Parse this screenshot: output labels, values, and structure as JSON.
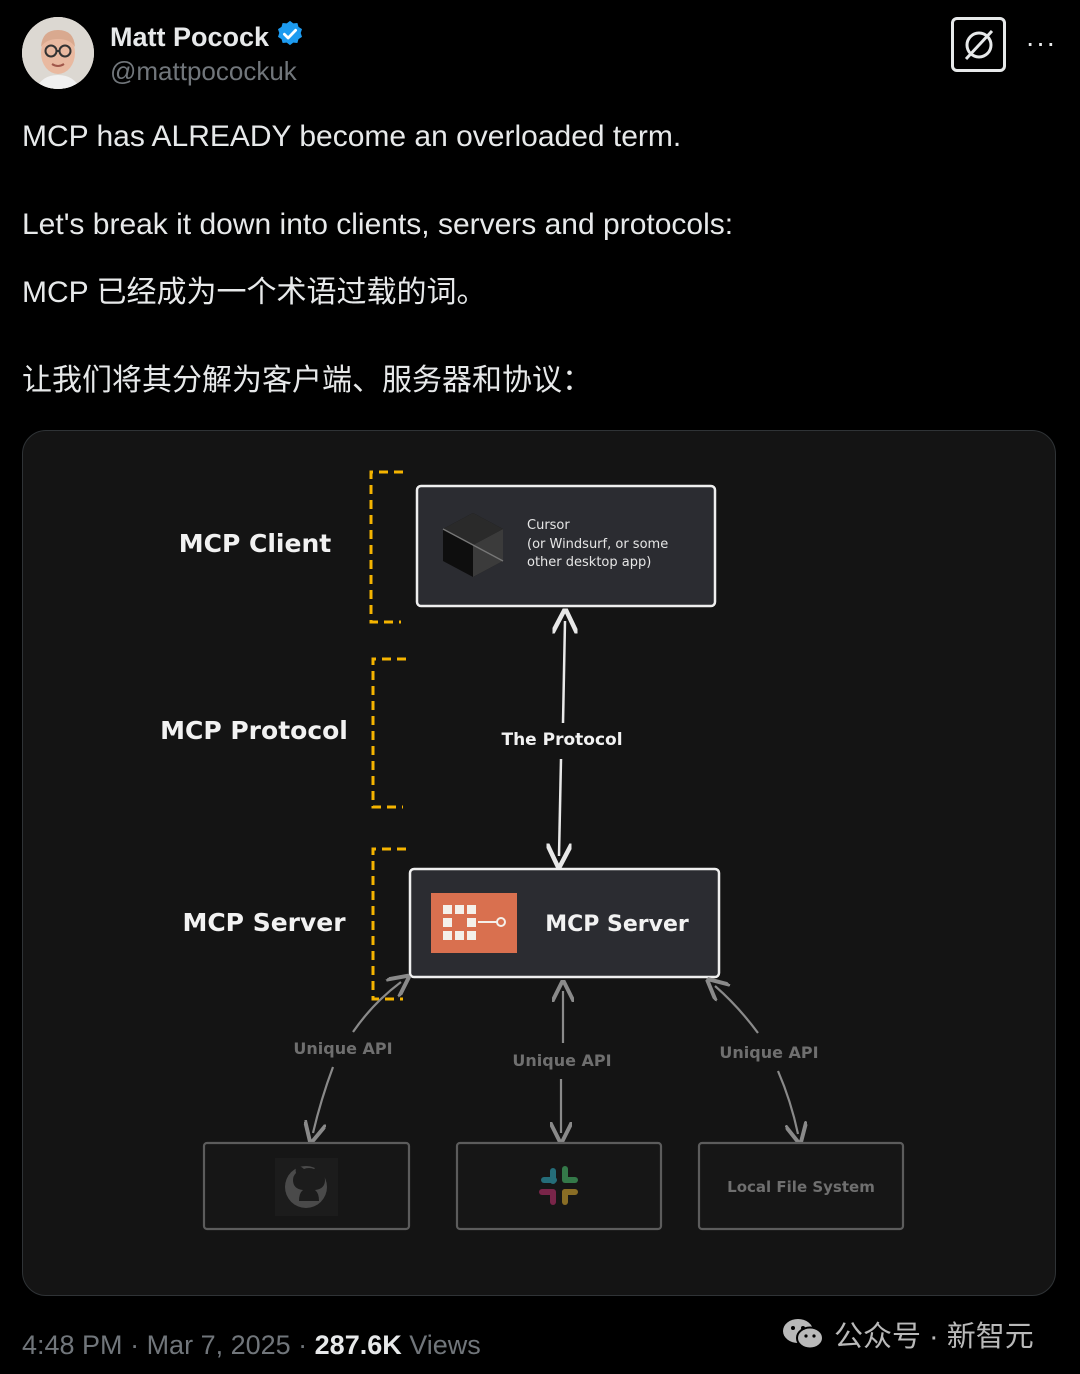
{
  "author": {
    "name": "Matt Pocock",
    "handle": "@mattpocockuk"
  },
  "tweet": {
    "line1": "MCP has ALREADY become an overloaded term.",
    "line2": "Let's break it down into clients, servers and protocols:",
    "line3_zh": "MCP 已经成为一个术语过载的词。",
    "line4_zh": "让我们将其分解为客户端、服务器和协议："
  },
  "diagram": {
    "label_client": "MCP Client",
    "label_protocol": "MCP Protocol",
    "label_server": "MCP Server",
    "client_box_line1": "Cursor",
    "client_box_line2": "(or Windsurf, or some",
    "client_box_line3": "other desktop app)",
    "protocol_arrow_label": "The Protocol",
    "server_box_label": "MCP Server",
    "api_left": "Unique API",
    "api_mid": "Unique API",
    "api_right": "Unique API",
    "local_fs": "Local File System",
    "accent_bracket_color": "#f5b400",
    "server_logo_color": "#d9704f"
  },
  "meta": {
    "time": "4:48 PM",
    "separator": " · ",
    "date": "Mar 7, 2025",
    "views_count": "287.6K",
    "views_label": "Views"
  },
  "watermark": {
    "text": "公众号 · 新智元"
  },
  "icons": [
    "verified-badge-icon",
    "grok-icon",
    "more-icon",
    "cursor-logo-icon",
    "mcp-logo-icon",
    "github-icon",
    "slack-icon",
    "wechat-icon"
  ]
}
